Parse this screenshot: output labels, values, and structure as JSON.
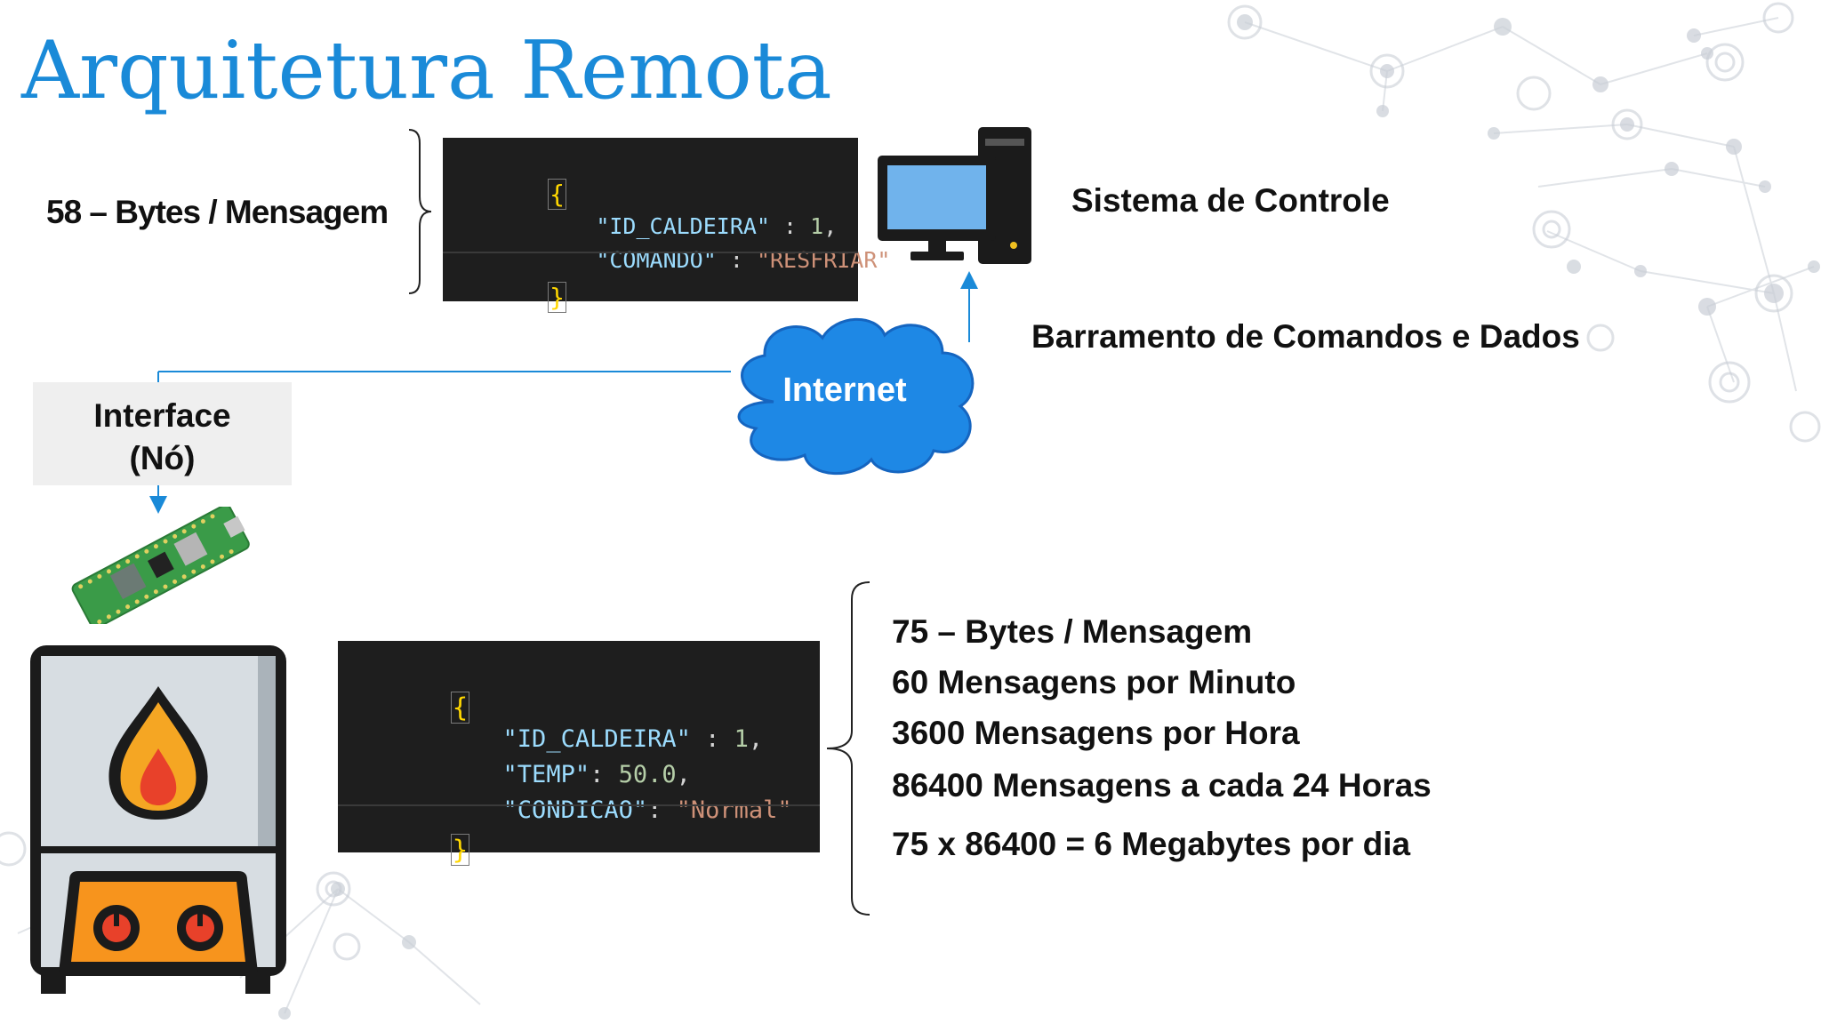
{
  "title": "Arquitetura Remota",
  "top_payload": {
    "size_label": "58 – Bytes / Mensagem",
    "open_brace": "{",
    "close_brace": "}",
    "lines": [
      {
        "key": "\"ID_CALDEIRA\"",
        "sep": " : ",
        "value": "1",
        "value_type": "number",
        "tail": ","
      },
      {
        "key": "\"COMANDO\"",
        "sep": " : ",
        "value": "\"RESFRIAR\"",
        "value_type": "string",
        "tail": ""
      }
    ]
  },
  "control_system": {
    "label": "Sistema de Controle",
    "icon": "desktop-computer-icon"
  },
  "bus_label": "Barramento de Comandos e Dados",
  "cloud": {
    "label": "Internet",
    "icon": "cloud-icon"
  },
  "interface": {
    "line1": "Interface",
    "line2": "(Nó)",
    "board_icon": "microcontroller-board-icon"
  },
  "boiler": {
    "icon": "boiler-icon"
  },
  "bottom_payload": {
    "open_brace": "{",
    "close_brace": "}",
    "lines": [
      {
        "key": "\"ID_CALDEIRA\"",
        "sep": " : ",
        "value": "1",
        "value_type": "number",
        "tail": ","
      },
      {
        "key": "\"TEMP\"",
        "sep": ": ",
        "value": "50.0",
        "value_type": "number",
        "tail": ","
      },
      {
        "key": "\"CONDICAO\"",
        "sep": ": ",
        "value": "\"Normal\"",
        "value_type": "string",
        "tail": ""
      }
    ]
  },
  "stats": [
    "75 – Bytes / Mensagem",
    "60 Mensagens por Minuto",
    "3600 Mensagens por Hora",
    "86400 Mensagens a cada 24 Horas",
    "75 x 86400 = 6 Megabytes por dia"
  ],
  "colors": {
    "title": "#1a8ad8",
    "cloud": "#1e88e5",
    "connector": "#1a8ad8",
    "code_bg": "#1e1e1e",
    "code_key": "#9cdcfe",
    "code_string": "#ce9178",
    "code_number": "#b5cea8",
    "code_brace": "#ffd700",
    "boiler_flame": "#f5a623",
    "boiler_panel": "#f7941d"
  }
}
